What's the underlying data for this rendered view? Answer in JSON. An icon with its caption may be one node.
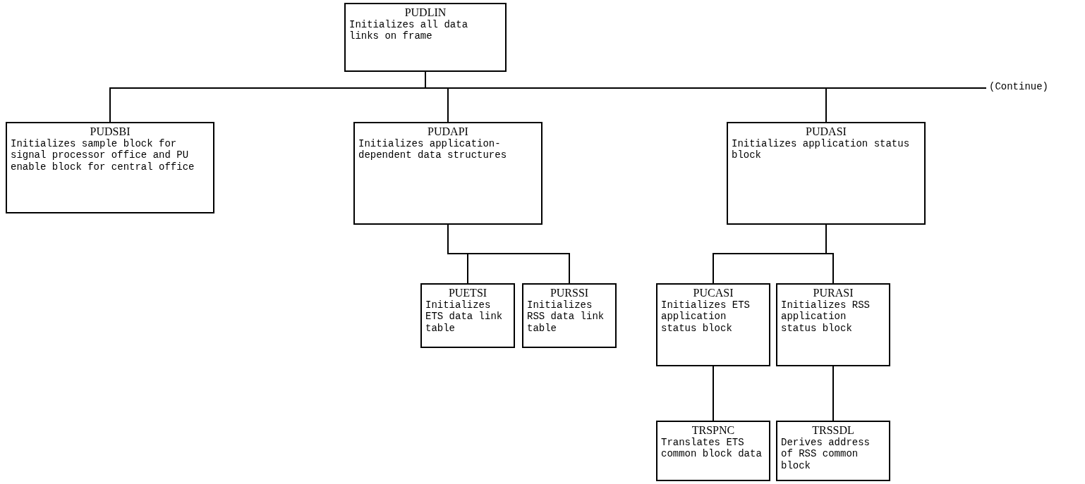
{
  "diagram": {
    "nodes": [
      {
        "text": [
          "PUDLIN",
          "Initializes all data links on frame"
        ]
      },
      {
        "text": [
          "PUDSBI",
          "Initializes sample block for signal processor office and PU enable block for central office"
        ]
      },
      {
        "text": [
          "PUDAPI",
          "Initializes application-dependent data structures"
        ]
      },
      {
        "text": [
          "PUDASI",
          "Initializes application status block"
        ]
      },
      {
        "text": [
          "(Continue)"
        ]
      },
      {
        "text": [
          "PUETSI",
          "Initializes ETS data link table"
        ]
      },
      {
        "text": [
          "PURSSI",
          "Initializes RSS data link table"
        ]
      },
      {
        "text": [
          "PUCASI",
          "Initializes ETS application status block"
        ]
      },
      {
        "text": [
          "PURASI",
          "Initializes RSS application status block"
        ]
      },
      {
        "text": [
          "TRSPNC",
          "Translates ETS common block data"
        ]
      },
      {
        "text": [
          "TRSSDL",
          "Derives address of RSS common block"
        ]
      }
    ],
    "edges": [
      {
        "from": 0,
        "to": 1,
        "arrow": "none"
      },
      {
        "from": 0,
        "to": 2,
        "arrow": "none"
      },
      {
        "from": 0,
        "to": 3,
        "arrow": "none"
      },
      {
        "from": 0,
        "to": 4,
        "arrow": "none"
      },
      {
        "from": 2,
        "to": 5,
        "arrow": "none"
      },
      {
        "from": 2,
        "to": 6,
        "arrow": "none"
      },
      {
        "from": 3,
        "to": 7,
        "arrow": "none"
      },
      {
        "from": 3,
        "to": 8,
        "arrow": "none"
      },
      {
        "from": 7,
        "to": 9,
        "arrow": "none"
      },
      {
        "from": 8,
        "to": 10,
        "arrow": "none"
      }
    ]
  }
}
